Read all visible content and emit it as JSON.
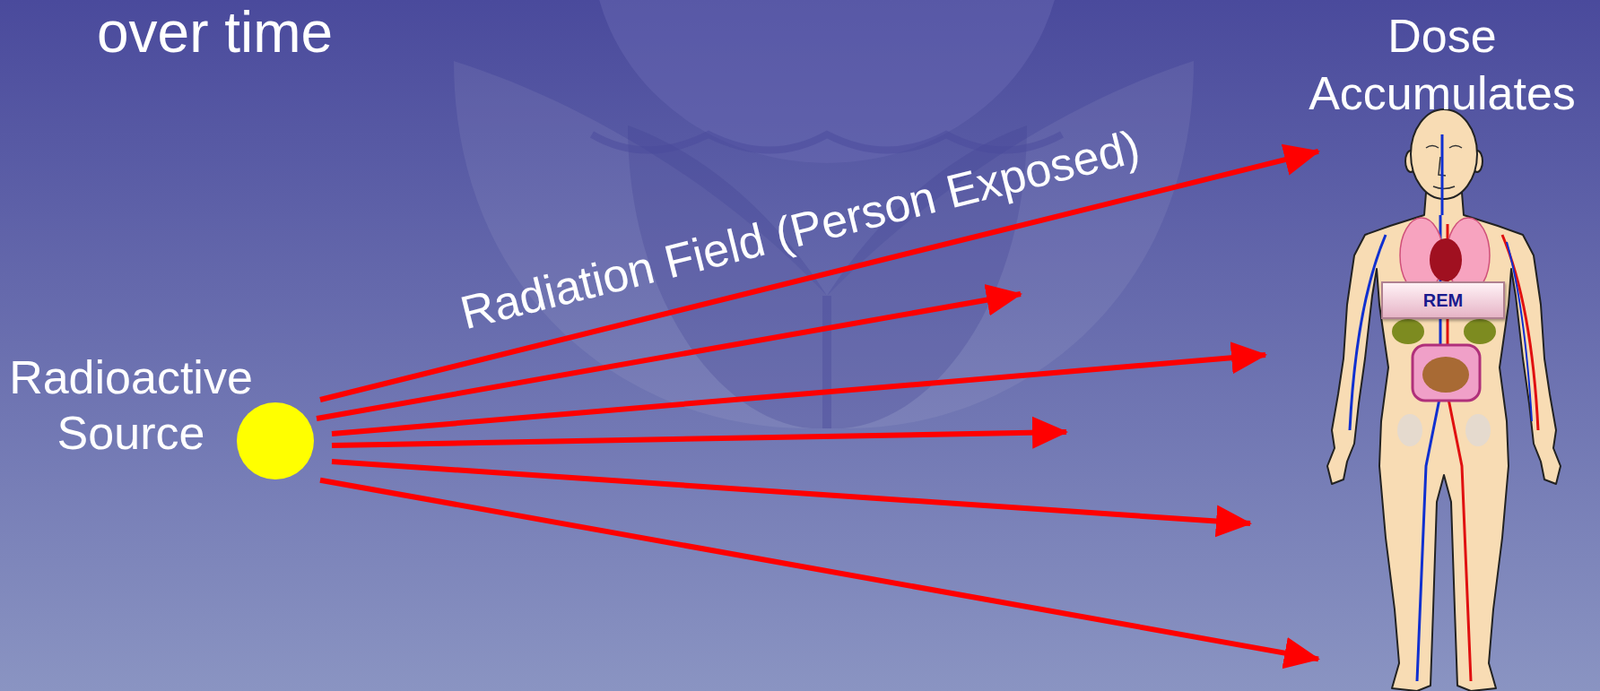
{
  "diagram": {
    "nodes": [
      {
        "text": [
          "Radioactive Source"
        ]
      },
      {
        "text": [
          "Dose Accumulates"
        ]
      },
      {
        "text": [
          "REM"
        ],
        "in": 1
      }
    ],
    "edges": [
      {
        "from": 0,
        "to": 1,
        "arrow": "to",
        "label": "Radiation Field (Person Exposed)"
      },
      {
        "from": 0,
        "to": 1,
        "arrow": "to"
      }
    ],
    "labels": [
      "over time"
    ]
  }
}
